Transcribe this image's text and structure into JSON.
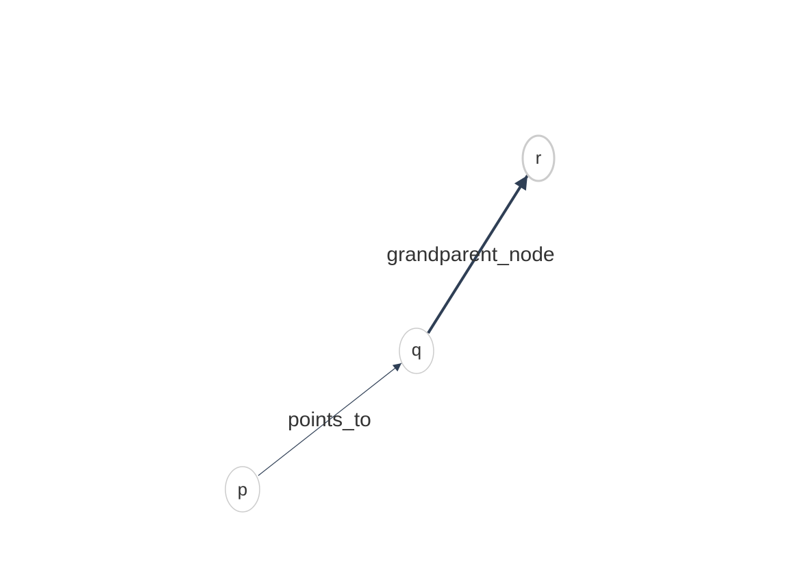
{
  "diagram": {
    "nodes": {
      "p": {
        "label": "p"
      },
      "q": {
        "label": "q"
      },
      "r": {
        "label": "r"
      }
    },
    "edges": {
      "p_q": {
        "from": "p",
        "to": "q",
        "label": "points_to"
      },
      "q_r": {
        "from": "q",
        "to": "r",
        "label": "grandparent_node"
      }
    },
    "colors": {
      "edge": "#2f3f55",
      "node_stroke": "#cccccc",
      "node_fill": "#ffffff",
      "text": "#333333"
    }
  }
}
